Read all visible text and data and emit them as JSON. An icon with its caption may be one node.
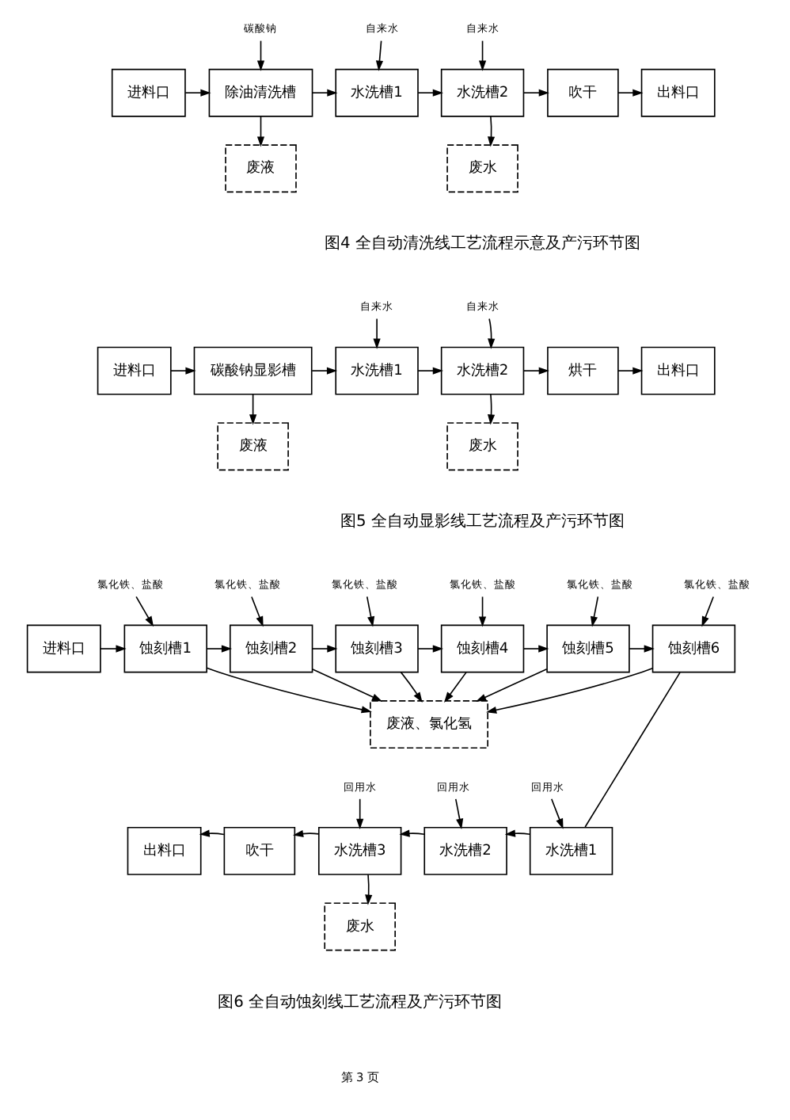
{
  "diagram": {
    "nodes": [
      {
        "text": [
          "碳酸钠"
        ]
      },
      {
        "text": [
          "自来水"
        ]
      },
      {
        "text": [
          "自来水"
        ]
      },
      {
        "text": [
          "进料口"
        ]
      },
      {
        "text": [
          "除油清洗槽"
        ]
      },
      {
        "text": [
          "水洗槽1"
        ]
      },
      {
        "text": [
          "水洗槽2"
        ]
      },
      {
        "text": [
          "吹干"
        ]
      },
      {
        "text": [
          "出料口"
        ]
      },
      {
        "text": [
          "废液"
        ]
      },
      {
        "text": [
          "废水"
        ]
      },
      {
        "text": [
          "自来水"
        ]
      },
      {
        "text": [
          "自来水"
        ]
      },
      {
        "text": [
          "进料口"
        ]
      },
      {
        "text": [
          "碳酸钠显影槽"
        ]
      },
      {
        "text": [
          "水洗槽1"
        ]
      },
      {
        "text": [
          "水洗槽2"
        ]
      },
      {
        "text": [
          "烘干"
        ]
      },
      {
        "text": [
          "出料口"
        ]
      },
      {
        "text": [
          "废液"
        ]
      },
      {
        "text": [
          "废水"
        ]
      },
      {
        "text": [
          "氯化铁、盐酸"
        ]
      },
      {
        "text": [
          "氯化铁、盐酸"
        ]
      },
      {
        "text": [
          "氯化铁、盐酸"
        ]
      },
      {
        "text": [
          "氯化铁、盐酸"
        ]
      },
      {
        "text": [
          "氯化铁、盐酸"
        ]
      },
      {
        "text": [
          "氯化铁、盐酸"
        ]
      },
      {
        "text": [
          "进料口"
        ]
      },
      {
        "text": [
          "蚀刻槽1"
        ]
      },
      {
        "text": [
          "蚀刻槽2"
        ]
      },
      {
        "text": [
          "蚀刻槽3"
        ]
      },
      {
        "text": [
          "蚀刻槽4"
        ]
      },
      {
        "text": [
          "蚀刻槽5"
        ]
      },
      {
        "text": [
          "蚀刻槽6"
        ]
      },
      {
        "text": [
          "废液、氯化氢"
        ]
      },
      {
        "text": [
          "回用水"
        ]
      },
      {
        "text": [
          "回用水"
        ]
      },
      {
        "text": [
          "回用水"
        ]
      },
      {
        "text": [
          "出料口"
        ]
      },
      {
        "text": [
          "吹干"
        ]
      },
      {
        "text": [
          "水洗槽3"
        ]
      },
      {
        "text": [
          "水洗槽2"
        ]
      },
      {
        "text": [
          "水洗槽1"
        ]
      },
      {
        "text": [
          "废水"
        ]
      }
    ],
    "edges": [
      {
        "from": 0,
        "to": 4,
        "arrow": "to"
      },
      {
        "from": 1,
        "to": 5,
        "arrow": "to"
      },
      {
        "from": 2,
        "to": 6,
        "arrow": "to"
      },
      {
        "from": 3,
        "to": 4,
        "arrow": "to"
      },
      {
        "from": 4,
        "to": 5,
        "arrow": "to"
      },
      {
        "from": 5,
        "to": 6,
        "arrow": "to"
      },
      {
        "from": 6,
        "to": 7,
        "arrow": "to"
      },
      {
        "from": 7,
        "to": 8,
        "arrow": "to"
      },
      {
        "from": 4,
        "to": 9,
        "arrow": "to"
      },
      {
        "from": 6,
        "to": 10,
        "arrow": "to"
      },
      {
        "from": 11,
        "to": 15,
        "arrow": "to"
      },
      {
        "from": 12,
        "to": 16,
        "arrow": "to"
      },
      {
        "from": 13,
        "to": 14,
        "arrow": "to"
      },
      {
        "from": 14,
        "to": 15,
        "arrow": "to"
      },
      {
        "from": 15,
        "to": 16,
        "arrow": "to"
      },
      {
        "from": 16,
        "to": 17,
        "arrow": "to"
      },
      {
        "from": 17,
        "to": 18,
        "arrow": "to"
      },
      {
        "from": 14,
        "to": 19,
        "arrow": "to"
      },
      {
        "from": 16,
        "to": 20,
        "arrow": "to"
      },
      {
        "from": 21,
        "to": 28,
        "arrow": "to"
      },
      {
        "from": 22,
        "to": 29,
        "arrow": "to"
      },
      {
        "from": 23,
        "to": 30,
        "arrow": "to"
      },
      {
        "from": 24,
        "to": 31,
        "arrow": "to"
      },
      {
        "from": 25,
        "to": 32,
        "arrow": "to"
      },
      {
        "from": 26,
        "to": 33,
        "arrow": "to"
      },
      {
        "from": 27,
        "to": 28,
        "arrow": "to"
      },
      {
        "from": 28,
        "to": 29,
        "arrow": "to"
      },
      {
        "from": 29,
        "to": 30,
        "arrow": "to"
      },
      {
        "from": 30,
        "to": 31,
        "arrow": "to"
      },
      {
        "from": 31,
        "to": 32,
        "arrow": "to"
      },
      {
        "from": 32,
        "to": 33,
        "arrow": "to"
      },
      {
        "from": 28,
        "to": 34,
        "arrow": "to"
      },
      {
        "from": 29,
        "to": 34,
        "arrow": "to"
      },
      {
        "from": 30,
        "to": 34,
        "arrow": "to"
      },
      {
        "from": 31,
        "to": 34,
        "arrow": "to"
      },
      {
        "from": 32,
        "to": 34,
        "arrow": "to"
      },
      {
        "from": 33,
        "to": 34,
        "arrow": "to"
      },
      {
        "from": 33,
        "to": 42,
        "arrow": "none"
      },
      {
        "from": 35,
        "to": 40,
        "arrow": "to"
      },
      {
        "from": 36,
        "to": 41,
        "arrow": "to"
      },
      {
        "from": 37,
        "to": 42,
        "arrow": "to"
      },
      {
        "from": 42,
        "to": 41,
        "arrow": "to"
      },
      {
        "from": 41,
        "to": 40,
        "arrow": "to"
      },
      {
        "from": 40,
        "to": 39,
        "arrow": "to"
      },
      {
        "from": 39,
        "to": 38,
        "arrow": "to"
      },
      {
        "from": 40,
        "to": 43,
        "arrow": "to"
      }
    ],
    "labels": [
      "图4 全自动清洗线工艺流程示意及产污环节图",
      "图5 全自动显影线工艺流程及产污环节图",
      "图6 全自动蚀刻线工艺流程及产污环节图",
      "第 3 页"
    ]
  }
}
